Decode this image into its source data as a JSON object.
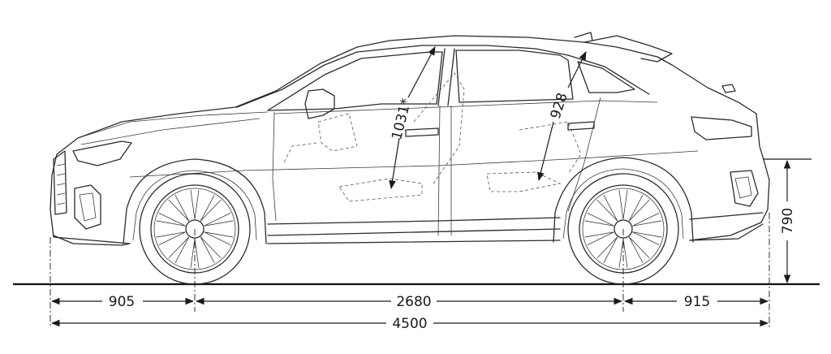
{
  "dimensions": {
    "front_overhang": "905",
    "wheelbase": "2680",
    "rear_overhang": "915",
    "overall_length": "4500",
    "height_rear": "790",
    "interior_front_headroom": "1031*",
    "interior_rear_headroom": "928"
  },
  "icons": {
    "vehicle": "suv-coupe-side-profile-icon",
    "front_wheel": "wheel-icon",
    "rear_wheel": "wheel-icon"
  },
  "colors": {
    "line": "#2b2b2b",
    "background": "#ffffff"
  }
}
